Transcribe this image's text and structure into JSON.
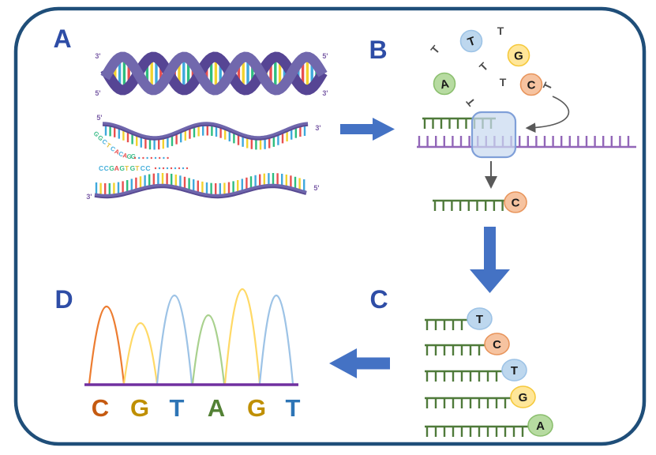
{
  "colors": {
    "border": "#1F4E79",
    "panel_label": "#2E4DA6",
    "big_arrow": "#4472C4",
    "grey_arrow": "#595959",
    "helix_ribbon_light": "#7168AD",
    "helix_ribbon_dark": "#564594",
    "backbone_purple": "#6F66AC",
    "backbone_purple_dark": "#584A92",
    "prime_label": "#7B5EA7",
    "template_green": "#4F7A3A",
    "template_purple": "#9266B8",
    "polymerase_fill": "#C9D9F0",
    "polymerase_stroke": "#7F9FD8",
    "chromatogram_baseline": "#7030A0",
    "strand_base_colors": {
      "red": "#E85050",
      "yellow": "#F2D22E",
      "green": "#2EBD7F",
      "cyan": "#3FA9DC"
    },
    "sequence_letter_colors": {
      "G": "#3DBD8A",
      "C": "#45AEDB",
      "A": "#E85050",
      "T": "#E3C23C"
    },
    "nucleotide_colors": {
      "blue": {
        "fill": "#BDD7EE",
        "stroke": "#9DC3E6"
      },
      "yellow": {
        "fill": "#FFE699",
        "stroke": "#F5C93C"
      },
      "green": {
        "fill": "#B7DBA1",
        "stroke": "#8BBF6E"
      },
      "orange": {
        "fill": "#F6C3A0",
        "stroke": "#E8955C"
      }
    }
  },
  "panels": {
    "a": {
      "label": "A",
      "helix_labels": {
        "top_left": "3'",
        "top_right": "5'",
        "bottom_left": "5'",
        "bottom_right": "3'"
      },
      "top_strand": {
        "start_label": "5'",
        "end_label": "3'",
        "sequence": "GGCTCACAGG",
        "dots": "........."
      },
      "bottom_strand": {
        "start_label": "3'",
        "end_label": "5'",
        "sequence": "CCGAGTGTCC",
        "dots": "........."
      }
    },
    "b": {
      "label": "B",
      "free_nucleotides": [
        {
          "base": "T",
          "color": "blue"
        },
        {
          "base": "G",
          "color": "yellow"
        },
        {
          "base": "A",
          "color": "green"
        },
        {
          "base": "C",
          "color": "orange"
        }
      ],
      "loose_nucleotide_glyph": "T",
      "loose_nucleotide_count": 6,
      "new_strand_base": {
        "base": "C",
        "color": "orange"
      }
    },
    "c": {
      "label": "C",
      "fragments": [
        {
          "teeth": 5,
          "base": "T",
          "color": "blue"
        },
        {
          "teeth": 7,
          "base": "C",
          "color": "orange"
        },
        {
          "teeth": 9,
          "base": "T",
          "color": "blue"
        },
        {
          "teeth": 10,
          "base": "G",
          "color": "yellow"
        },
        {
          "teeth": 12,
          "base": "A",
          "color": "green"
        }
      ]
    },
    "d": {
      "label": "D"
    }
  },
  "chart_data": {
    "type": "line",
    "subtype": "sanger-chromatogram",
    "title": "",
    "xlabel": "",
    "ylabel": "",
    "categories": [
      "C",
      "G",
      "T",
      "A",
      "G",
      "T"
    ],
    "values": [
      99,
      78,
      113,
      88,
      121,
      113
    ],
    "ylim": [
      0,
      130
    ],
    "grid": false,
    "legend": "none",
    "peak_colors": {
      "C": "#ED7D31",
      "G": "#FFD966",
      "T": "#9DC3E6",
      "A": "#A9D18E"
    },
    "letter_colors": {
      "C": "#C55A11",
      "G": "#BF8F00",
      "T": "#2E75B6",
      "A": "#538135"
    }
  }
}
